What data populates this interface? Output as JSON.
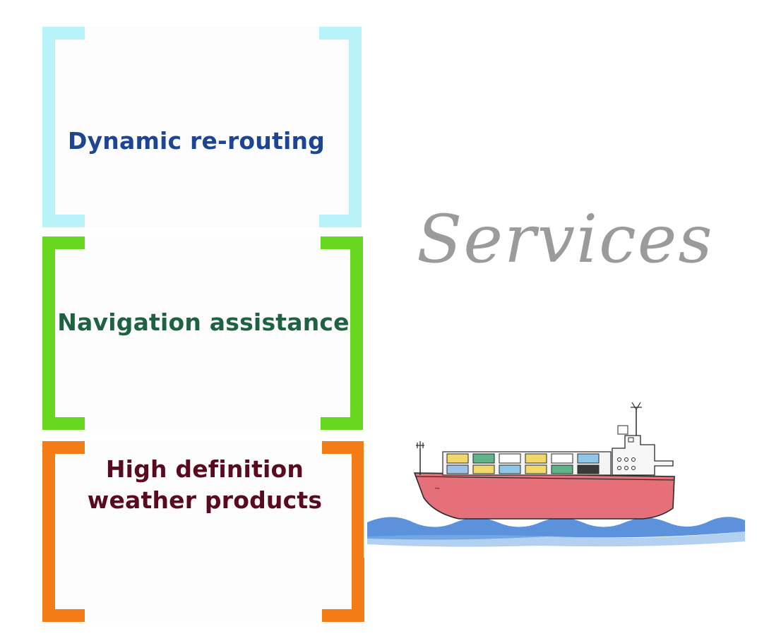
{
  "title": "Services",
  "services": [
    {
      "label": "Dynamic re-routing",
      "color": "#b8f3f9",
      "text_color": "#1e4591"
    },
    {
      "label": "Navigation assistance",
      "color": "#67d81f",
      "text_color": "#1f6242"
    },
    {
      "label": "High definition weather products",
      "color": "#f47c17",
      "text_color": "#5a0a20"
    }
  ],
  "illustration": {
    "subject": "cargo-ship",
    "hull_color": "#e57079",
    "water_color": "#3f7fd6"
  }
}
